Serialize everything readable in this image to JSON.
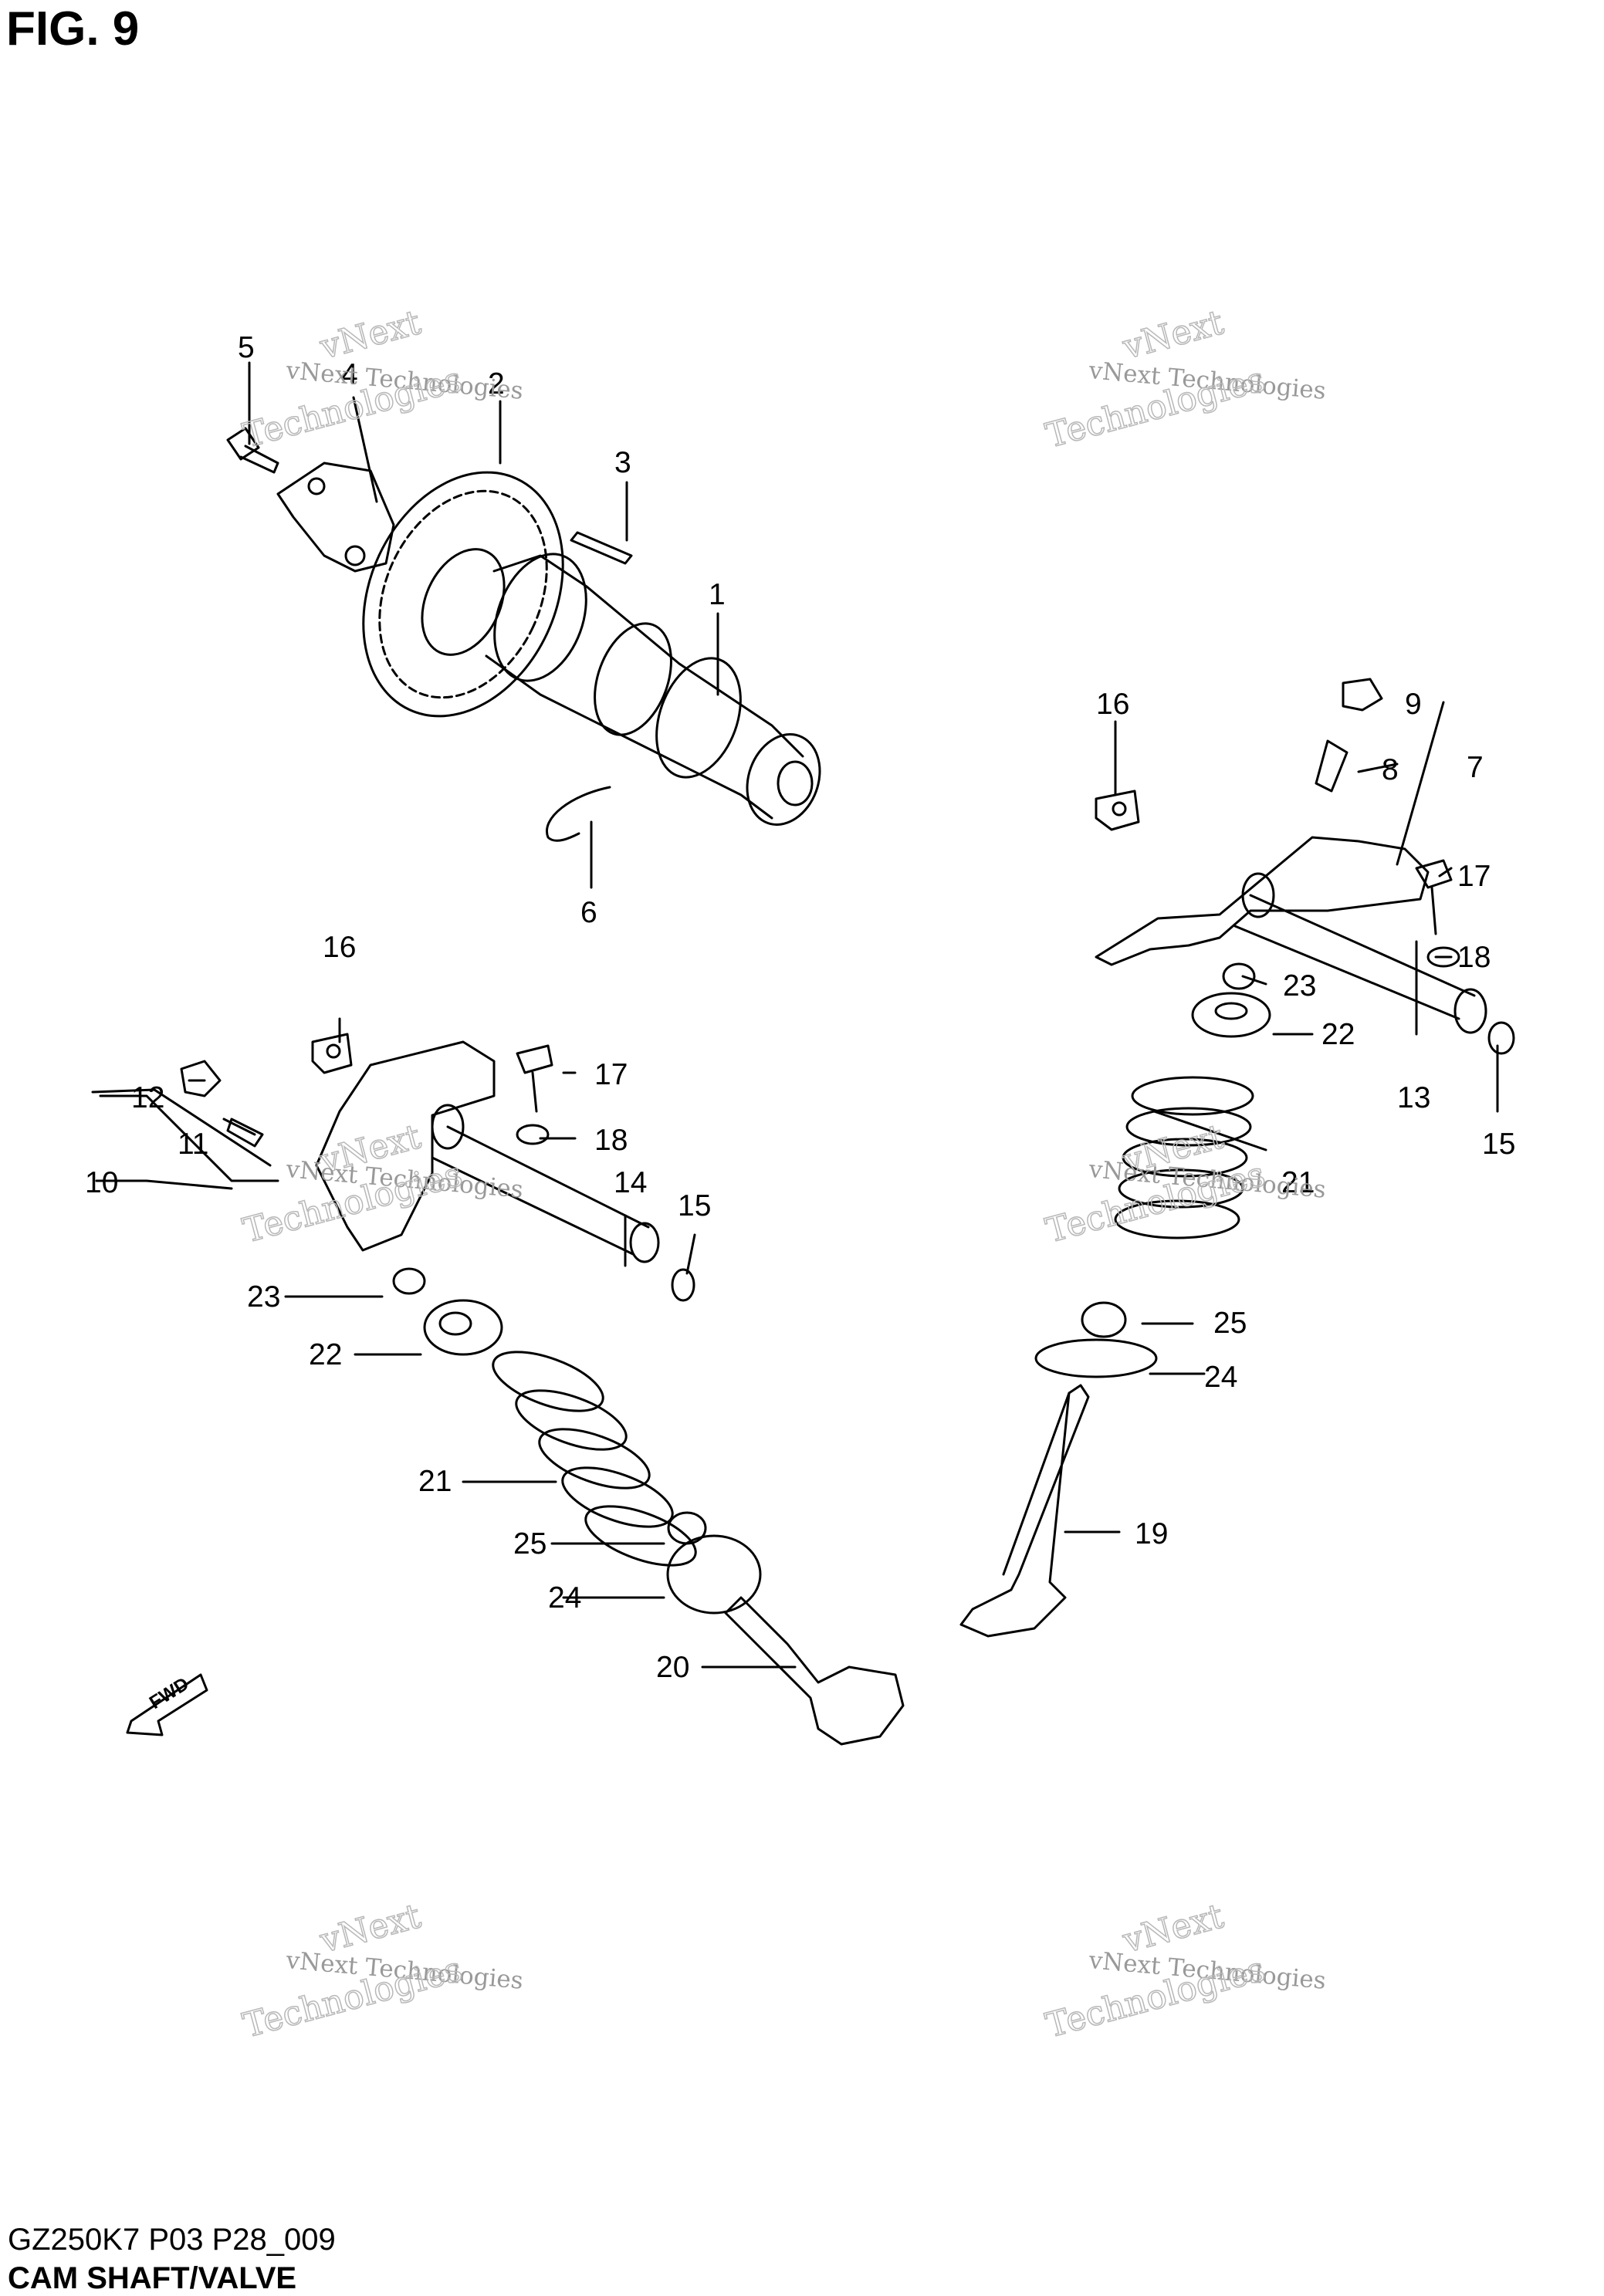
{
  "figure_title": "FIG. 9",
  "footer": {
    "model_code": "GZ250K7 P03 P28_009",
    "section_title": "CAM SHAFT/VALVE"
  },
  "fwd_label": "FWD",
  "watermark": {
    "line1": "vNext Technologies",
    "line2a": "vNext",
    "line2b": "Technologies"
  },
  "callouts": {
    "c1": "1",
    "c2": "2",
    "c3": "3",
    "c4": "4",
    "c5": "5",
    "c6": "6",
    "c7": "7",
    "c8": "8",
    "c9": "9",
    "c10": "10",
    "c11": "11",
    "c12": "12",
    "c13": "13",
    "c14": "14",
    "c15a": "15",
    "c15b": "15",
    "c16a": "16",
    "c16b": "16",
    "c17a": "17",
    "c17b": "17",
    "c18a": "18",
    "c18b": "18",
    "c19": "19",
    "c20": "20",
    "c21a": "21",
    "c21b": "21",
    "c22a": "22",
    "c22b": "22",
    "c23a": "23",
    "c23b": "23",
    "c24a": "24",
    "c24b": "24",
    "c25a": "25",
    "c25b": "25"
  }
}
